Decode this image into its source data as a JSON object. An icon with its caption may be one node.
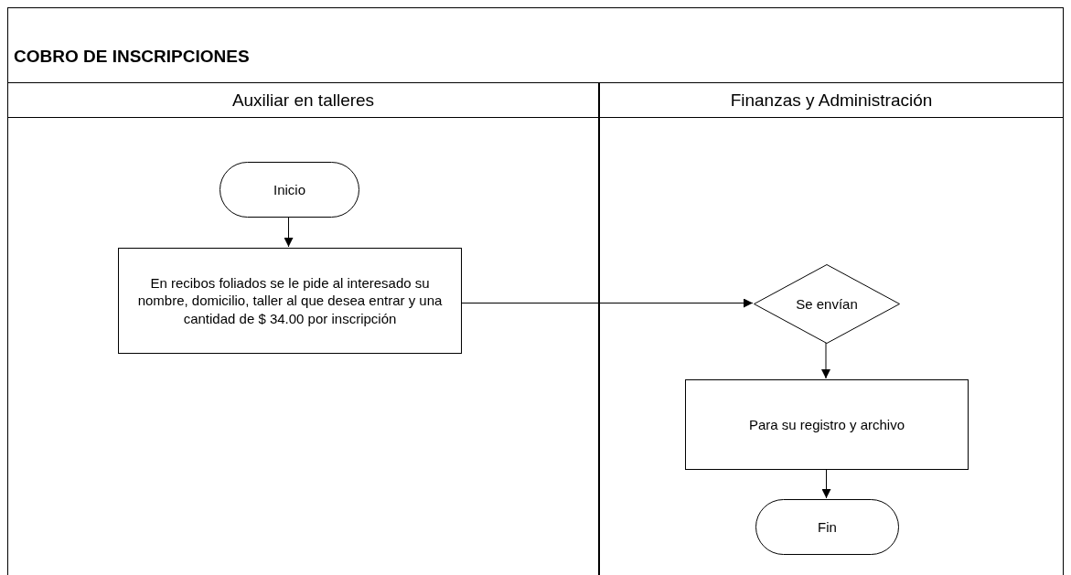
{
  "diagram": {
    "title": "COBRO DE INSCRIPCIONES",
    "nodes": [
      {
        "text": [
          "Auxiliar en talleres"
        ]
      },
      {
        "text": [
          "Finanzas y Administración"
        ]
      },
      {
        "text": [
          "Inicio"
        ],
        "in": 0
      },
      {
        "text": [
          "En recibos foliados se le pide al interesado su nombre, domicilio, taller al que desea entrar y una cantidad de $ 34.00 por inscripción"
        ],
        "in": 0
      },
      {
        "text": [
          "Se envían"
        ],
        "in": 1
      },
      {
        "text": [
          "Para su registro y archivo"
        ],
        "in": 1
      },
      {
        "text": [
          "Fin"
        ],
        "in": 1
      }
    ],
    "edges": [
      {
        "from": 2,
        "to": 3,
        "arrow": "to"
      },
      {
        "from": 3,
        "to": 4,
        "arrow": "to"
      },
      {
        "from": 4,
        "to": 5,
        "arrow": "to"
      },
      {
        "from": 5,
        "to": 6,
        "arrow": "to"
      }
    ]
  }
}
